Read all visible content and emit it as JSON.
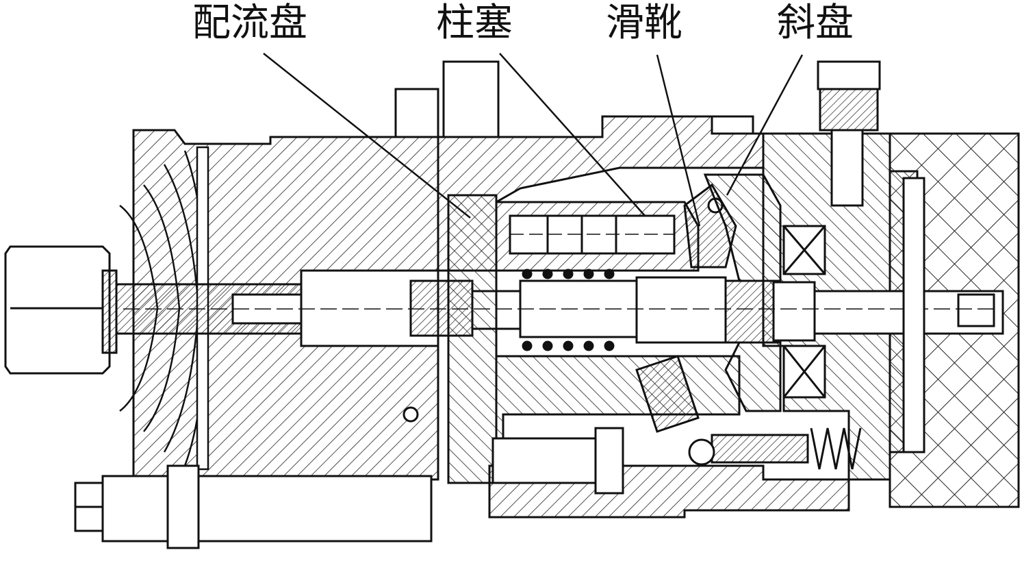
{
  "labels": {
    "port_plate": "配流盘",
    "piston": "柱塞",
    "slipper": "滑靴",
    "swash_plate": "斜盘"
  },
  "colors": {
    "ink": "#111111",
    "paper": "#ffffff",
    "solid_part": "#e9e9e9"
  }
}
